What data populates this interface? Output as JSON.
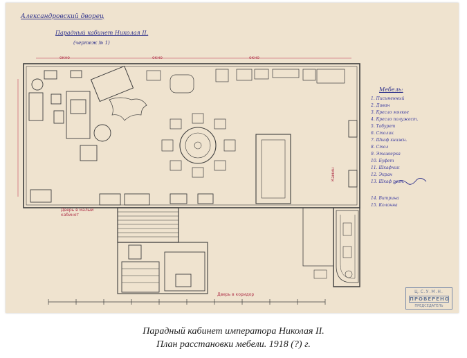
{
  "header": {
    "line1": "Александровский дворец",
    "line2": "Парадный кабинет Николая II.",
    "line3": "(чертеж № 1)"
  },
  "legend": {
    "title": "Мебель:",
    "items": [
      "1. Письменный",
      "2. Диван",
      "3. Кресло мягкое",
      "4. Кресло полужест.",
      "5. Табурет",
      "6. Столик",
      "7. Шкаф книжн.",
      "8. Стол",
      "9. Этажерка",
      "10. Буфет",
      "11. Шкафчик",
      "12. Экран",
      "13. Шкаф резн."
    ],
    "extra": [
      "14. Витрина",
      "15. Колонна"
    ]
  },
  "labels": {
    "window": "окно",
    "door_text": "Дверь в малый кабинет",
    "corridor": "Дверь в коридор",
    "vertical": "Камин"
  },
  "stamp": {
    "line1": "Ц.С.У.М.Н.",
    "line2": "ПРОВЕРЕНО",
    "line3": "ПРЕДСЕДАТЕЛЬ"
  },
  "caption": {
    "line1": "Парадный кабинет императора Николая II.",
    "line2": "План расстановки мебели. 1918 (?) г."
  }
}
